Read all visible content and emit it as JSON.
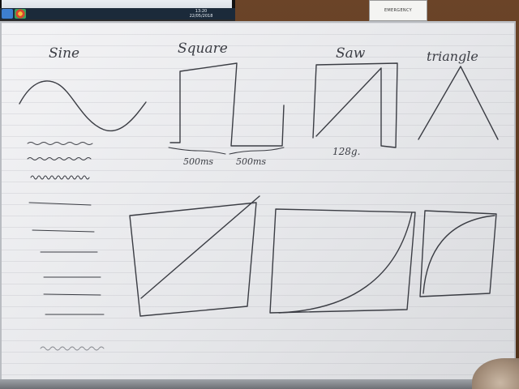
{
  "board": {
    "labels": {
      "sine": "Sine",
      "square": "Square",
      "saw": "Saw",
      "triangle": "triangle"
    },
    "annotations": {
      "square_left_width": "500ms",
      "square_right_width": "500ms",
      "saw_note": "128g."
    }
  },
  "background": {
    "sign_text": "EMERGENCY",
    "monitor_clock_time": "13:20",
    "monitor_clock_date": "22/05/2018"
  },
  "colors": {
    "ink": "#3b3d44",
    "board": "#eeeef0",
    "wall": "#5a3a22"
  }
}
